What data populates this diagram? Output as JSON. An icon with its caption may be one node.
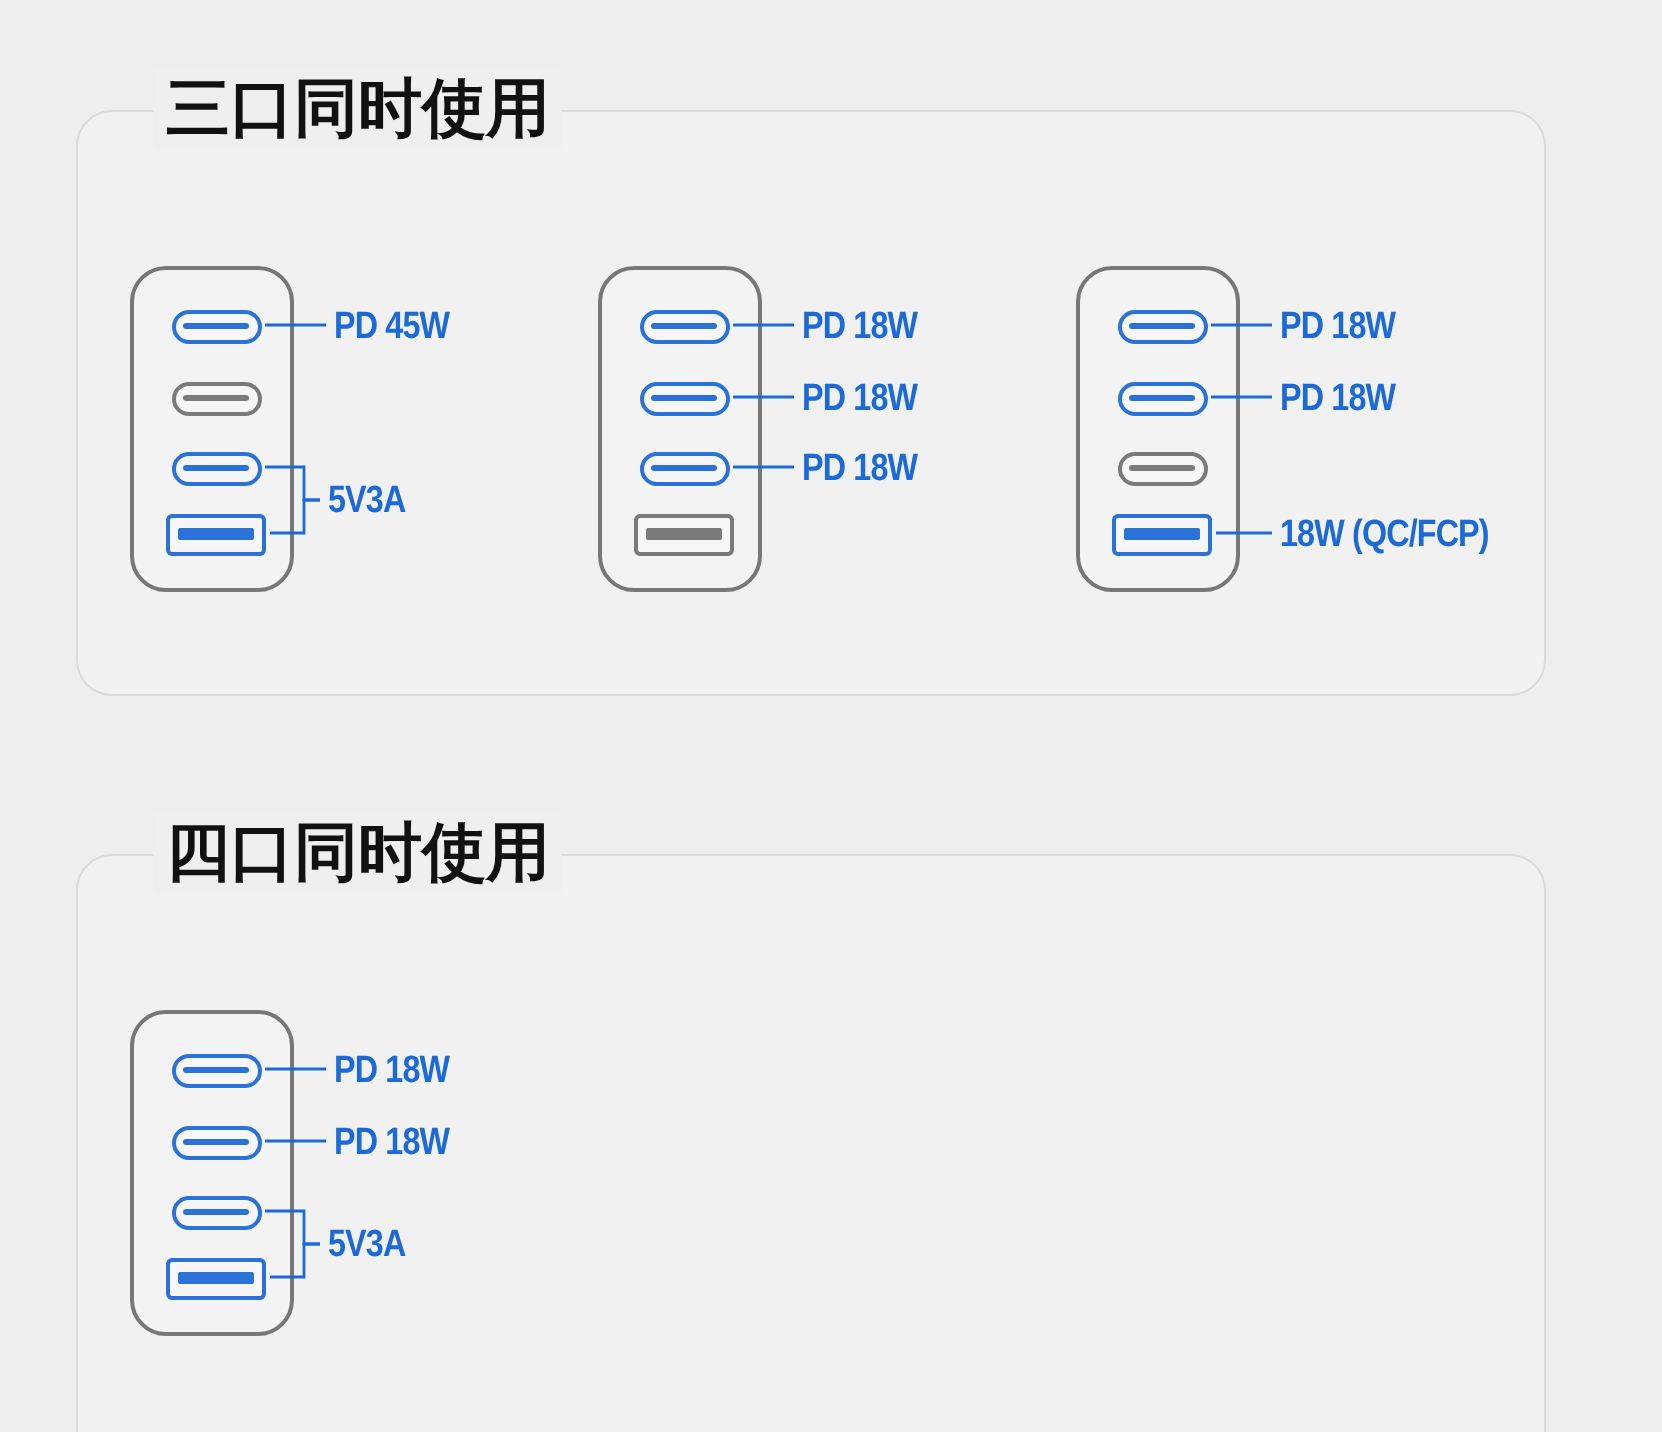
{
  "diagram": {
    "nodes": [
      {
        "text": [
          "三口同时使用"
        ]
      },
      {
        "text": [],
        "shape": "box",
        "in": 0
      },
      {
        "text": [],
        "shape": "oval",
        "in": 1
      },
      {
        "text": [],
        "shape": "oval",
        "in": 1
      },
      {
        "text": [],
        "shape": "oval",
        "in": 1
      },
      {
        "text": [],
        "shape": "box",
        "in": 1
      },
      {
        "text": [
          "PD 45W"
        ],
        "in": 0
      },
      {
        "text": [
          "5V3A"
        ],
        "in": 0
      },
      {
        "text": [],
        "shape": "box",
        "in": 0
      },
      {
        "text": [],
        "shape": "oval",
        "in": 8
      },
      {
        "text": [],
        "shape": "oval",
        "in": 8
      },
      {
        "text": [],
        "shape": "oval",
        "in": 8
      },
      {
        "text": [],
        "shape": "box",
        "in": 8
      },
      {
        "text": [
          "PD 18W"
        ],
        "in": 0
      },
      {
        "text": [
          "PD 18W"
        ],
        "in": 0
      },
      {
        "text": [
          "PD 18W"
        ],
        "in": 0
      },
      {
        "text": [],
        "shape": "box",
        "in": 0
      },
      {
        "text": [],
        "shape": "oval",
        "in": 16
      },
      {
        "text": [],
        "shape": "oval",
        "in": 16
      },
      {
        "text": [],
        "shape": "oval",
        "in": 16
      },
      {
        "text": [],
        "shape": "box",
        "in": 16
      },
      {
        "text": [
          "PD 18W"
        ],
        "in": 0
      },
      {
        "text": [
          "PD 18W"
        ],
        "in": 0
      },
      {
        "text": [
          "18W (QC/FCP)"
        ],
        "in": 0
      },
      {
        "text": [
          "四口同时使用"
        ]
      },
      {
        "text": [],
        "shape": "box",
        "in": 24
      },
      {
        "text": [],
        "shape": "oval",
        "in": 25
      },
      {
        "text": [],
        "shape": "oval",
        "in": 25
      },
      {
        "text": [],
        "shape": "oval",
        "in": 25
      },
      {
        "text": [],
        "shape": "box",
        "in": 25
      },
      {
        "text": [
          "PD 18W"
        ],
        "in": 24
      },
      {
        "text": [
          "PD 18W"
        ],
        "in": 24
      },
      {
        "text": [
          "5V3A"
        ],
        "in": 24
      }
    ],
    "edges": [
      {
        "from": 6,
        "to": 2,
        "arrow": "none"
      },
      {
        "from": 7,
        "to": 4,
        "arrow": "none"
      },
      {
        "from": 7,
        "to": 5,
        "arrow": "none"
      },
      {
        "from": 13,
        "to": 9,
        "arrow": "none"
      },
      {
        "from": 14,
        "to": 10,
        "arrow": "none"
      },
      {
        "from": 15,
        "to": 11,
        "arrow": "none"
      },
      {
        "from": 21,
        "to": 17,
        "arrow": "none"
      },
      {
        "from": 22,
        "to": 18,
        "arrow": "none"
      },
      {
        "from": 23,
        "to": 20,
        "arrow": "none"
      },
      {
        "from": 30,
        "to": 26,
        "arrow": "none"
      },
      {
        "from": 31,
        "to": 27,
        "arrow": "none"
      },
      {
        "from": 32,
        "to": 28,
        "arrow": "none"
      },
      {
        "from": 32,
        "to": 29,
        "arrow": "none"
      }
    ]
  }
}
